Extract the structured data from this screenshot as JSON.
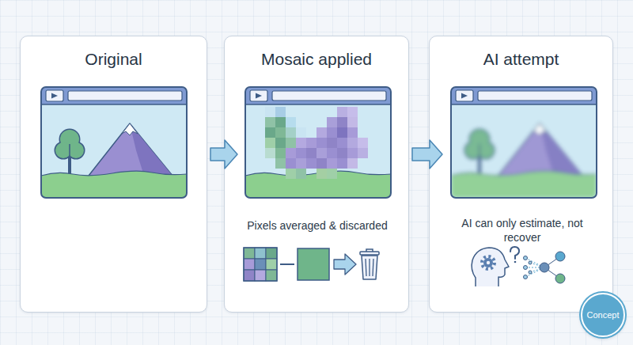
{
  "diagram": {
    "nodes": [
      {
        "text": [
          "Original"
        ]
      },
      {
        "text": [
          "Mosaic applied",
          "Pixels averaged & discarded"
        ]
      },
      {
        "text": [
          "AI attempt",
          "AI can only estimate, not recover"
        ]
      },
      {
        "text": [
          "Concept"
        ]
      }
    ],
    "edges": [
      {
        "from": 0,
        "to": 1,
        "arrow": "to"
      },
      {
        "from": 1,
        "to": 2,
        "arrow": "to"
      }
    ]
  }
}
